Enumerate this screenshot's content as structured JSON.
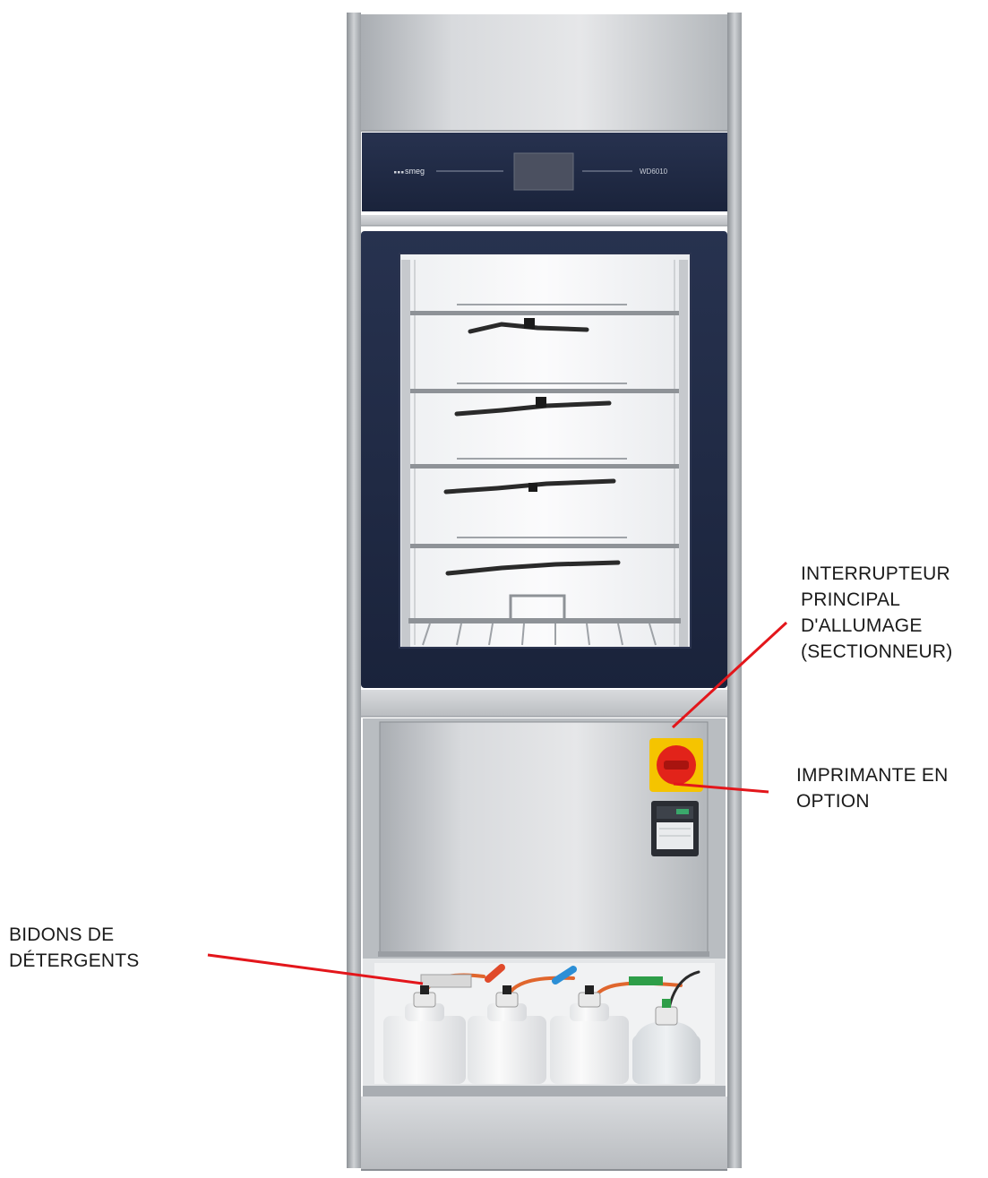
{
  "brand": {
    "logo_text": "smeg",
    "model": "WD6010"
  },
  "callouts": {
    "main_switch": {
      "lines": [
        "INTERRUPTEUR",
        "PRINCIPAL",
        "D'ALLUMAGE",
        "(SECTIONNEUR)"
      ]
    },
    "printer": {
      "lines": [
        "IMPRIMANTE EN",
        "OPTION"
      ]
    },
    "detergents": {
      "lines": [
        "BIDONS DE",
        "DÉTERGENTS"
      ]
    }
  },
  "colors": {
    "leader_line": "#e3161b",
    "control_panel": "#1f2a44",
    "stainless": "#c9ccd0",
    "switch_red": "#e2231a",
    "switch_yellow": "#f5c400"
  }
}
